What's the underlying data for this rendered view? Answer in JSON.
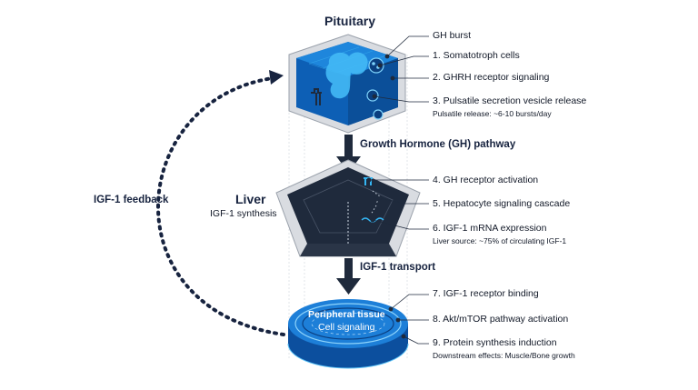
{
  "pituitary": {
    "title": "Pituitary",
    "labels": [
      "GH burst",
      "1. Somatotroph cells",
      "2. GHRH receptor signaling",
      "3. Pulsatile secretion vesicle release"
    ],
    "note": "Pulsatile release: ~6-10 bursts/day"
  },
  "gh_pathway": "Growth Hormone (GH) pathway",
  "feedback": "IGF-1 feedback",
  "liver": {
    "title": "Liver",
    "subtitle": "IGF-1 synthesis",
    "labels": [
      "4. GH receptor activation",
      "5. Hepatocyte signaling cascade",
      "6. IGF-1 mRNA expression"
    ],
    "note": "Liver source: ~75% of circulating IGF-1"
  },
  "igf_transport": "IGF-1 transport",
  "peripheral": {
    "title": "Peripheral tissue",
    "subtitle": "Cell signaling",
    "labels": [
      "7. IGF-1 receptor binding",
      "8. Akt/mTOR pathway activation",
      "9. Protein synthesis induction"
    ],
    "note": "Downstream effects: Muscle/Bone growth"
  },
  "colors": {
    "navy": "#17233f",
    "blue": "#1573d1",
    "cyan": "#35b6f4",
    "dark": "#1f2a3c"
  }
}
